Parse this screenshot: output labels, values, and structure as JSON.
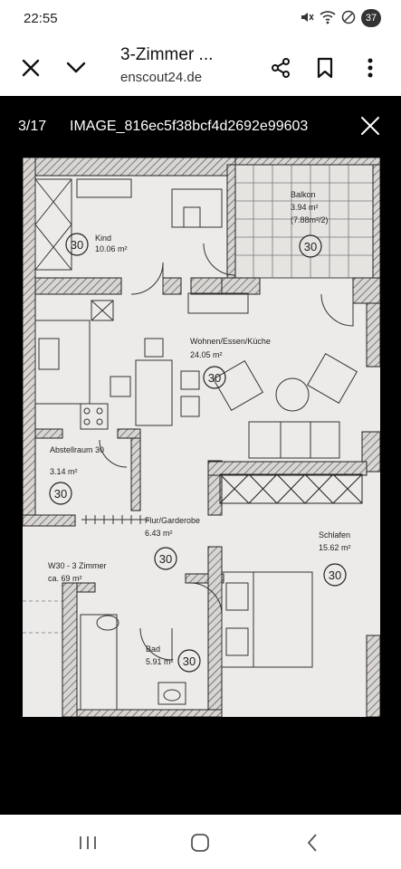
{
  "status": {
    "time": "22:55",
    "notification_count": "37"
  },
  "header": {
    "title": "3-Zimmer ...",
    "domain": "enscout24.de"
  },
  "viewer": {
    "counter": "3/17",
    "image_name": "IMAGE_816ec5f38bcf4d2692e99603"
  },
  "floorplan": {
    "rooms": {
      "kind": {
        "name": "Kind",
        "area": "10.06 m²",
        "badge": "30"
      },
      "balkon": {
        "name": "Balkon",
        "area": "3.94 m²",
        "note": "(7.88m²/2)",
        "badge": "30"
      },
      "wohnen": {
        "name": "Wohnen/Essen/Küche",
        "area": "24.05 m²",
        "badge": "30"
      },
      "abstellraum": {
        "name": "Abstellraum 30",
        "area": "3.14 m²",
        "badge": "30"
      },
      "flur": {
        "name": "Flur/Garderobe",
        "area": "6.43 m²",
        "badge": "30"
      },
      "schlafen": {
        "name": "Schlafen",
        "area": "15.62 m²",
        "badge": "30"
      },
      "bad": {
        "name": "Bad",
        "area": "5.91 m²",
        "badge": "30"
      },
      "wohnung": {
        "name": "W30 - 3 Zimmer",
        "area": "ca. 69 m²"
      }
    }
  }
}
